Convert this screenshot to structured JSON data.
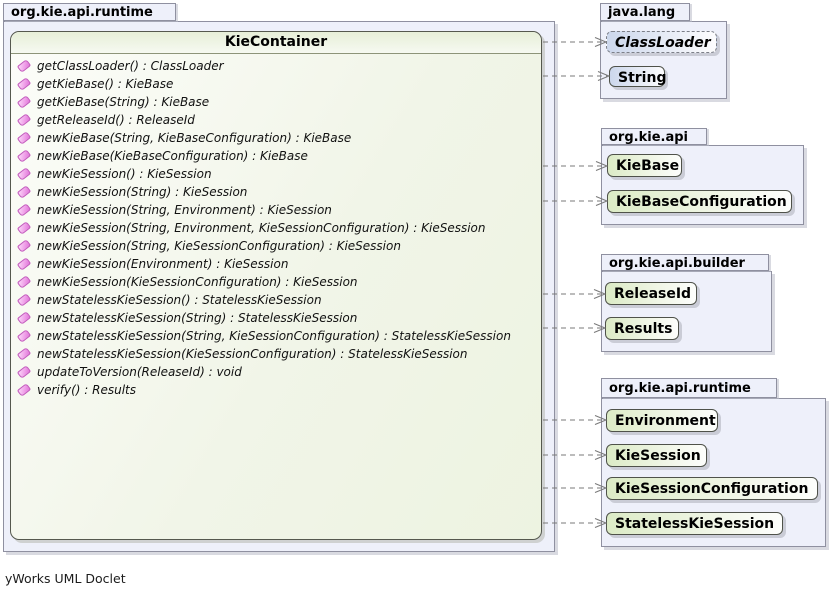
{
  "diagram": {
    "tool": "yWorks UML Doclet"
  },
  "main_package": {
    "name": "org.kie.api.runtime",
    "class": {
      "name": "KieContainer",
      "methods": [
        "getClassLoader() : ClassLoader",
        "getKieBase() : KieBase",
        "getKieBase(String) : KieBase",
        "getReleaseId() : ReleaseId",
        "newKieBase(String, KieBaseConfiguration) : KieBase",
        "newKieBase(KieBaseConfiguration) : KieBase",
        "newKieSession() : KieSession",
        "newKieSession(String) : KieSession",
        "newKieSession(String, Environment) : KieSession",
        "newKieSession(String, Environment, KieSessionConfiguration) : KieSession",
        "newKieSession(String, KieSessionConfiguration) : KieSession",
        "newKieSession(Environment) : KieSession",
        "newKieSession(KieSessionConfiguration) : KieSession",
        "newStatelessKieSession() : StatelessKieSession",
        "newStatelessKieSession(String) : StatelessKieSession",
        "newStatelessKieSession(String, KieSessionConfiguration) : StatelessKieSession",
        "newStatelessKieSession(KieSessionConfiguration) : StatelessKieSession",
        "updateToVersion(ReleaseId) : void",
        "verify() : Results"
      ]
    }
  },
  "right_packages": [
    {
      "name": "java.lang",
      "types": [
        {
          "name": "ClassLoader",
          "kind": "abstract class"
        },
        {
          "name": "String",
          "kind": "class"
        }
      ]
    },
    {
      "name": "org.kie.api",
      "types": [
        {
          "name": "KieBase",
          "kind": "interface"
        },
        {
          "name": "KieBaseConfiguration",
          "kind": "interface"
        }
      ]
    },
    {
      "name": "org.kie.api.builder",
      "types": [
        {
          "name": "ReleaseId",
          "kind": "interface"
        },
        {
          "name": "Results",
          "kind": "interface"
        }
      ]
    },
    {
      "name": "org.kie.api.runtime",
      "types": [
        {
          "name": "Environment",
          "kind": "interface"
        },
        {
          "name": "KieSession",
          "kind": "interface"
        },
        {
          "name": "KieSessionConfiguration",
          "kind": "interface"
        },
        {
          "name": "StatelessKieSession",
          "kind": "interface"
        }
      ]
    }
  ],
  "dependencies": [
    {
      "from": "KieContainer",
      "to": "ClassLoader"
    },
    {
      "from": "KieContainer",
      "to": "String"
    },
    {
      "from": "KieContainer",
      "to": "KieBase"
    },
    {
      "from": "KieContainer",
      "to": "KieBaseConfiguration"
    },
    {
      "from": "KieContainer",
      "to": "ReleaseId"
    },
    {
      "from": "KieContainer",
      "to": "Results"
    },
    {
      "from": "KieContainer",
      "to": "Environment"
    },
    {
      "from": "KieContainer",
      "to": "KieSession"
    },
    {
      "from": "KieContainer",
      "to": "KieSessionConfiguration"
    },
    {
      "from": "KieContainer",
      "to": "StatelessKieSession"
    }
  ],
  "colors": {
    "package_fill": "#eef0fa",
    "interface_fill": "#dcebc6",
    "class_fill": "#ccd7ec",
    "method_icon": "#ee9ce7",
    "edge": "#787878"
  }
}
